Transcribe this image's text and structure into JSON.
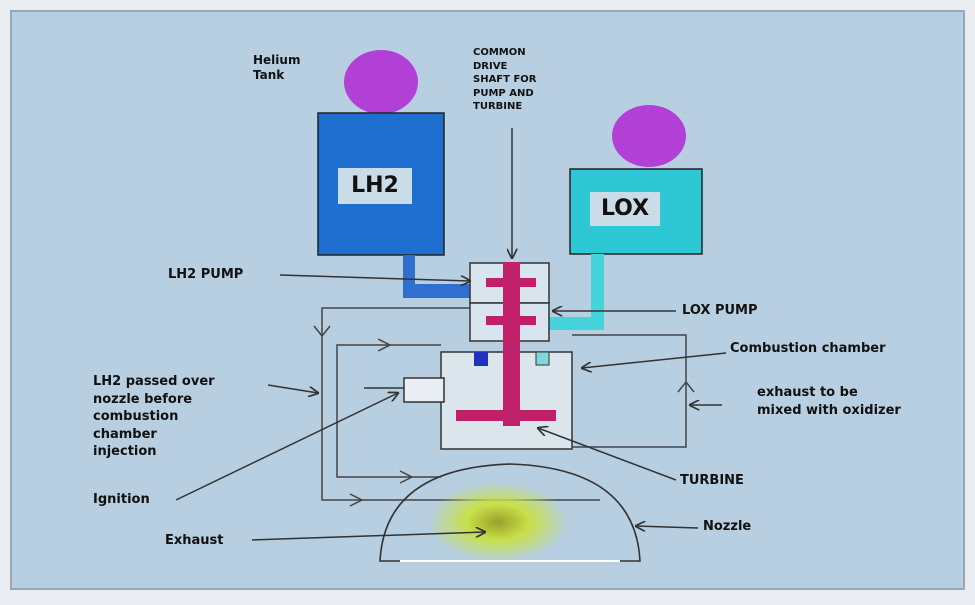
{
  "labels": {
    "helium_tank": [
      "Helium",
      "Tank"
    ],
    "common_drive_shaft": [
      "COMMON",
      "DRIVE",
      "SHAFT FOR",
      "PUMP AND",
      "TURBINE"
    ],
    "lh2_tank": "LH2",
    "lox_tank": "LOX",
    "lh2_pump": "LH2 PUMP",
    "lox_pump": "LOX PUMP",
    "combustion_chamber": "Combustion chamber",
    "lh2_passed": [
      "LH2 passed over",
      "nozzle before",
      "combustion",
      "chamber",
      "injection"
    ],
    "exhaust_mixed": [
      "exhaust to be",
      "mixed with oxidizer"
    ],
    "turbine": "TURBINE",
    "ignition": "Ignition",
    "exhaust": "Exhaust",
    "nozzle": "Nozzle"
  },
  "colors": {
    "background": "#b7cfe0",
    "helium_sphere": "#b23fd6",
    "lh2_tank": "#1f6fd1",
    "lh2_line": "#2f6fd0",
    "lox_tank": "#2ec8d4",
    "lox_line": "#46d4dc",
    "shaft": "#c01f6a",
    "exhaust_plume": "#c8e04a"
  }
}
